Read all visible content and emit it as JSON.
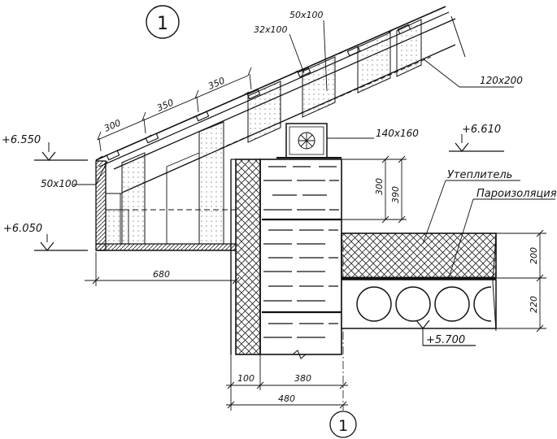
{
  "detail": {
    "marker_top": "1",
    "marker_bottom": "1"
  },
  "levels": {
    "l_6550": "+6.550",
    "l_6050": "+6.050",
    "l_6610": "+6.610",
    "l_5700": "+5.700"
  },
  "sections": {
    "s_32x100": "32x100",
    "s_50x100_top": "50x100",
    "s_120x200": "120x200",
    "s_140x160": "140x160",
    "s_50x100_left": "50x100"
  },
  "dims": {
    "d_300_roof": "300",
    "d_350_a": "350",
    "d_350_b": "350",
    "d_680": "680",
    "d_300_wall": "300",
    "d_390": "390",
    "d_200": "200",
    "d_220": "220",
    "d_100": "100",
    "d_380": "380",
    "d_480": "480"
  },
  "labels": {
    "insulation": "Утеплитель",
    "vapor_barrier": "Пароизоляция"
  },
  "colors": {
    "ink": "#111111",
    "paper": "#ffffff"
  }
}
